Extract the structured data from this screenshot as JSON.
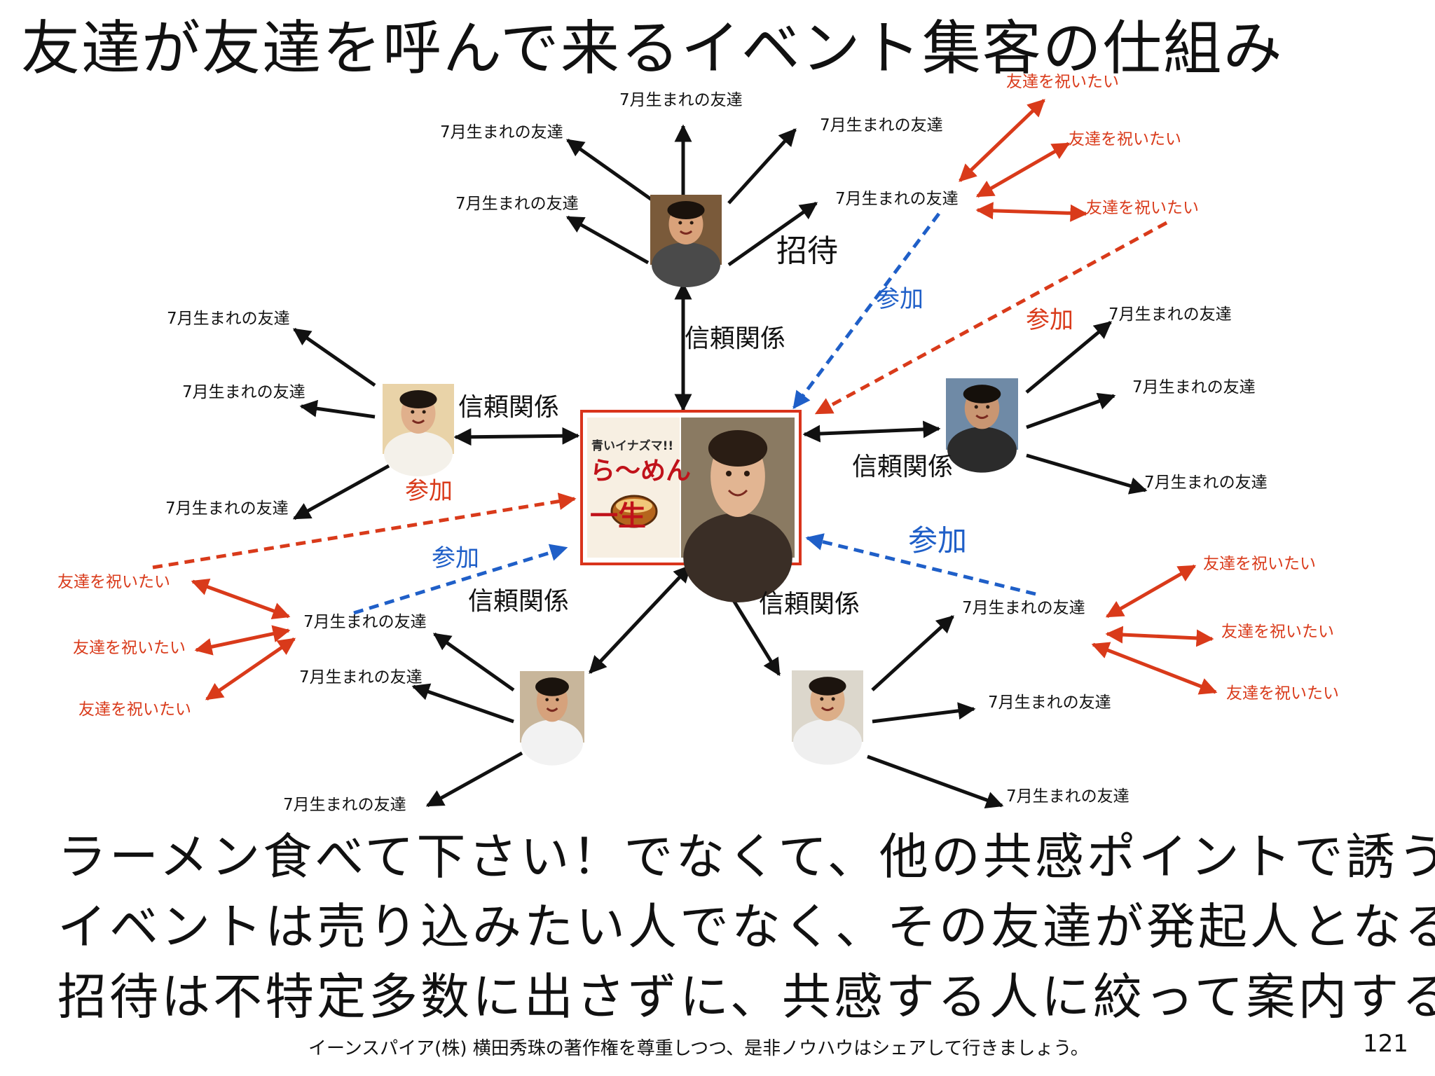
{
  "title": "友達が友達を呼んで来るイベント集客の仕組み",
  "labels": {
    "friend_july": "7月生まれの友達",
    "celebrate": "友達を祝いたい",
    "trust": "信頼関係",
    "join": "参加",
    "invite": "招待"
  },
  "center_logo": {
    "line1": "青いイナズマ!!",
    "line2": "ら～めん",
    "line3": "一生"
  },
  "bullets": [
    "ラーメン食べて下さい！でなくて、他の共感ポイントで誘う",
    "イベントは売り込みたい人でなく、その友達が発起人となる",
    "招待は不特定多数に出さずに、共感する人に絞って案内する"
  ],
  "footer": "イーンスパイア(株) 横田秀珠の著作権を尊重しつつ、是非ノウハウはシェアして行きましょう。",
  "page_number": "121",
  "colors": {
    "black": "#111111",
    "red": "#d93a1a",
    "blue": "#1f5fc8",
    "frame_red": "#d9341c"
  }
}
